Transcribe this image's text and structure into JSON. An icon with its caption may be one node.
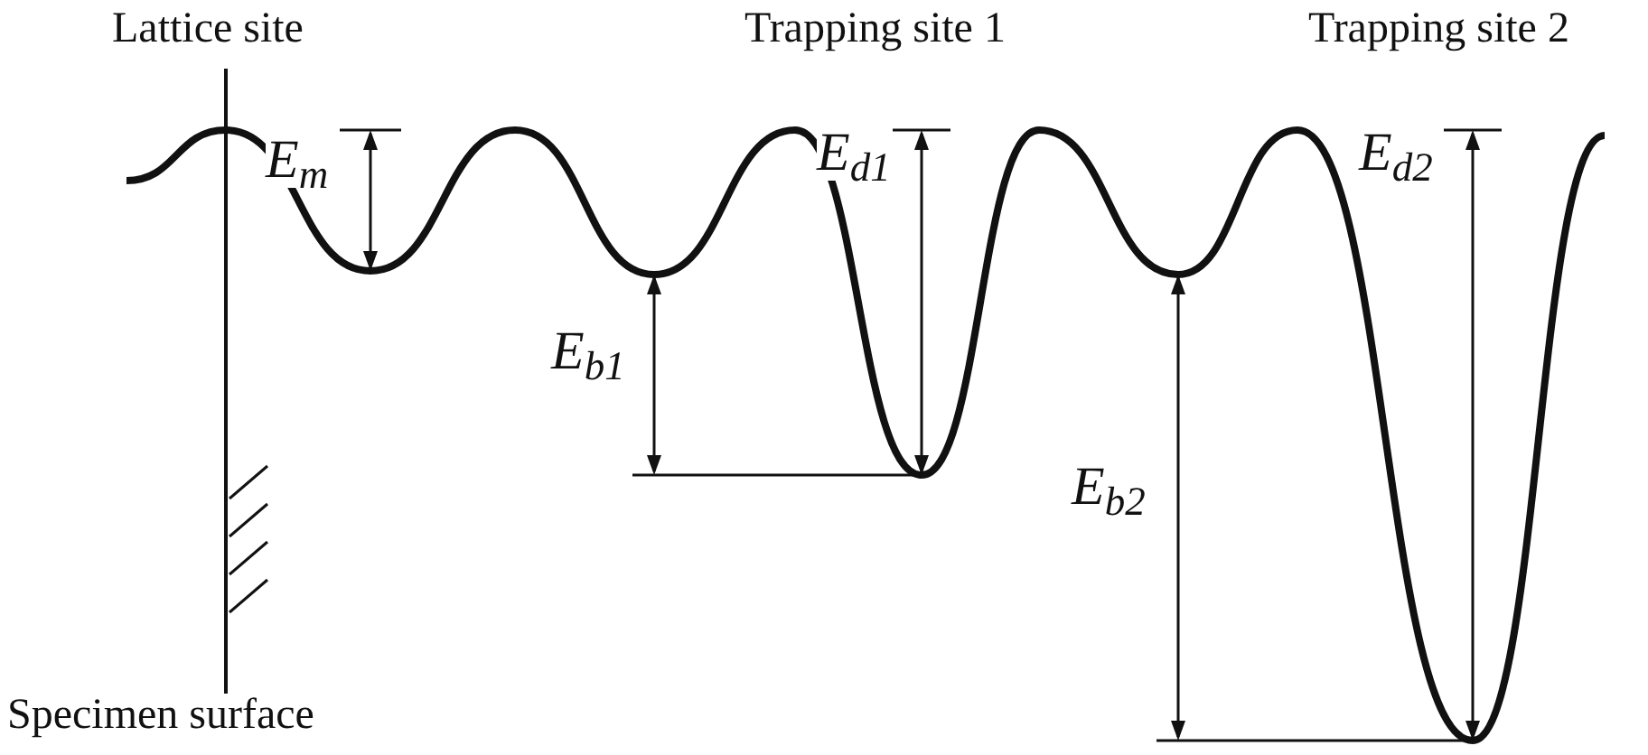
{
  "diagram": {
    "labels": [
      "Lattice site",
      "Trapping site 1",
      "Trapping site 2",
      "E$_{m}$",
      "E$_{d1}$",
      "E$_{d2}$",
      "E$_{b1}$",
      "E$_{b2}$",
      "Specimen surface"
    ]
  }
}
